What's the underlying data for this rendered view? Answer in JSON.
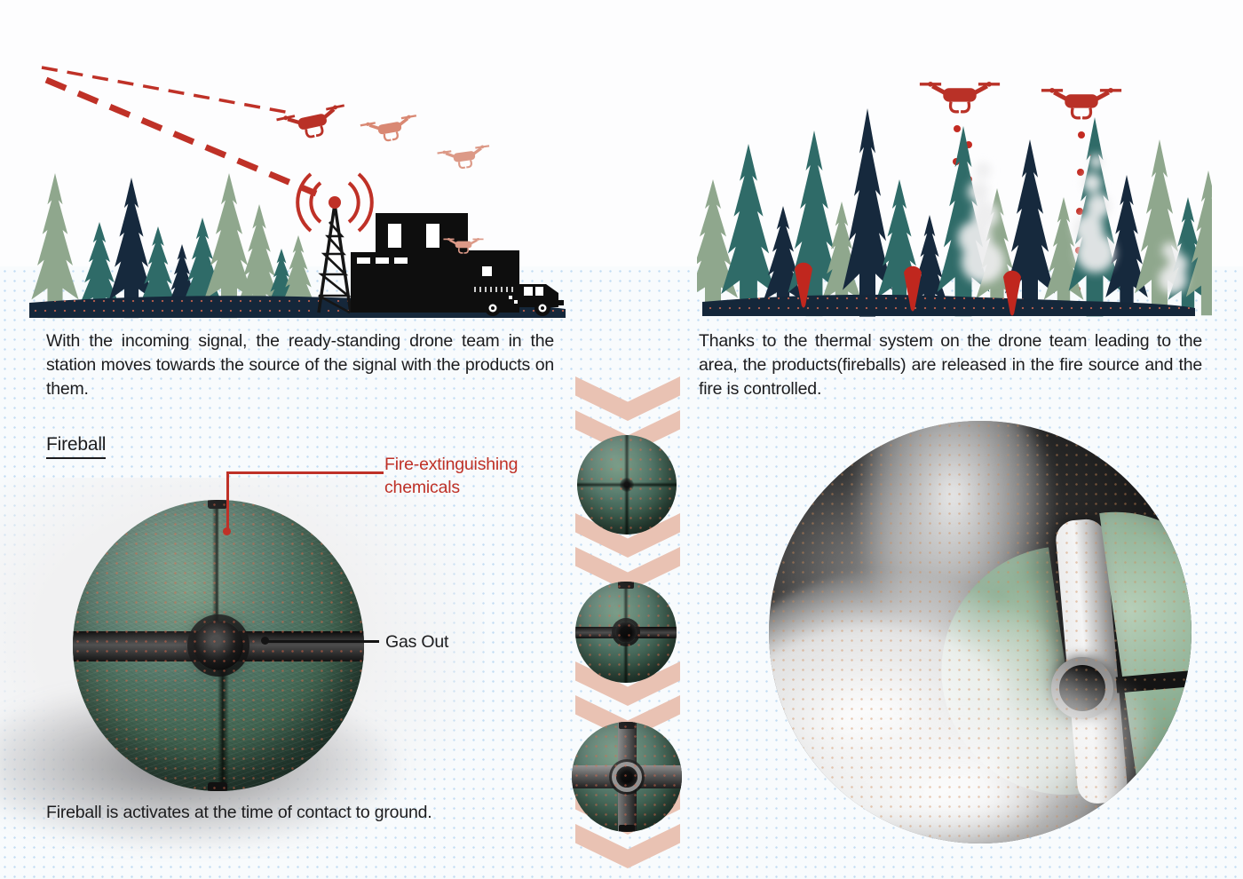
{
  "scenes": {
    "left": {
      "caption": "With the incoming signal, the ready-standing drone team in the station moves towards the source of the signal with the products on them."
    },
    "right": {
      "caption": "Thanks to the thermal system on the drone team leading to the area, the products(fireballs) are released in the fire source and the fire is controlled."
    }
  },
  "fireball": {
    "title": "Fireball",
    "chemicals_label": "Fire-extinguishing chemicals",
    "gas_label": "Gas Out",
    "activation_caption": "Fireball is activates at the time of contact to ground."
  },
  "icons": {
    "drone": "quadcopter silhouette",
    "signal_tower": "lattice antenna tower with radio waves",
    "fire_truck": "fire engine silhouette",
    "pine_tree": "pine tree silhouette",
    "chevron_down": "⌄",
    "fireball_marker": "dropped fireball teardrop",
    "signal_dashes": "red dashed signal beams",
    "smoke": "white smoke plume"
  },
  "colors": {
    "accent_red": "#bf3127",
    "drone_red": "#b93127",
    "drone_salmon": "#d98873",
    "drone_salmon_light": "#dc9987",
    "chevron_pink": "#e9c2b3",
    "tree_sage": "#8fa78d",
    "tree_teal": "#2f6b68",
    "tree_navy": "#16293d",
    "ground_navy": "#15273a",
    "ball_green": "#4d7260",
    "dot_blue": "#94c3ec",
    "text_dark": "#1c1c1e"
  }
}
